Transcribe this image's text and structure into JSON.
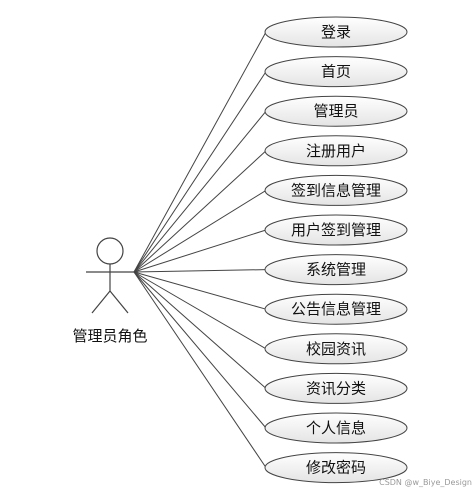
{
  "actor": {
    "label": "管理员角色"
  },
  "use_cases": [
    {
      "label": "登录"
    },
    {
      "label": "首页"
    },
    {
      "label": "管理员"
    },
    {
      "label": "注册用户"
    },
    {
      "label": "签到信息管理"
    },
    {
      "label": "用户签到管理"
    },
    {
      "label": "系统管理"
    },
    {
      "label": "公告信息管理"
    },
    {
      "label": "校园资讯"
    },
    {
      "label": "资讯分类"
    },
    {
      "label": "个人信息"
    },
    {
      "label": "修改密码"
    }
  ],
  "watermark": "CSDN @w_Biye_Design",
  "colors": {
    "stroke": "#444444",
    "ellipse_fill_top": "#ffffff",
    "ellipse_fill_bottom": "#e4e4e4"
  }
}
